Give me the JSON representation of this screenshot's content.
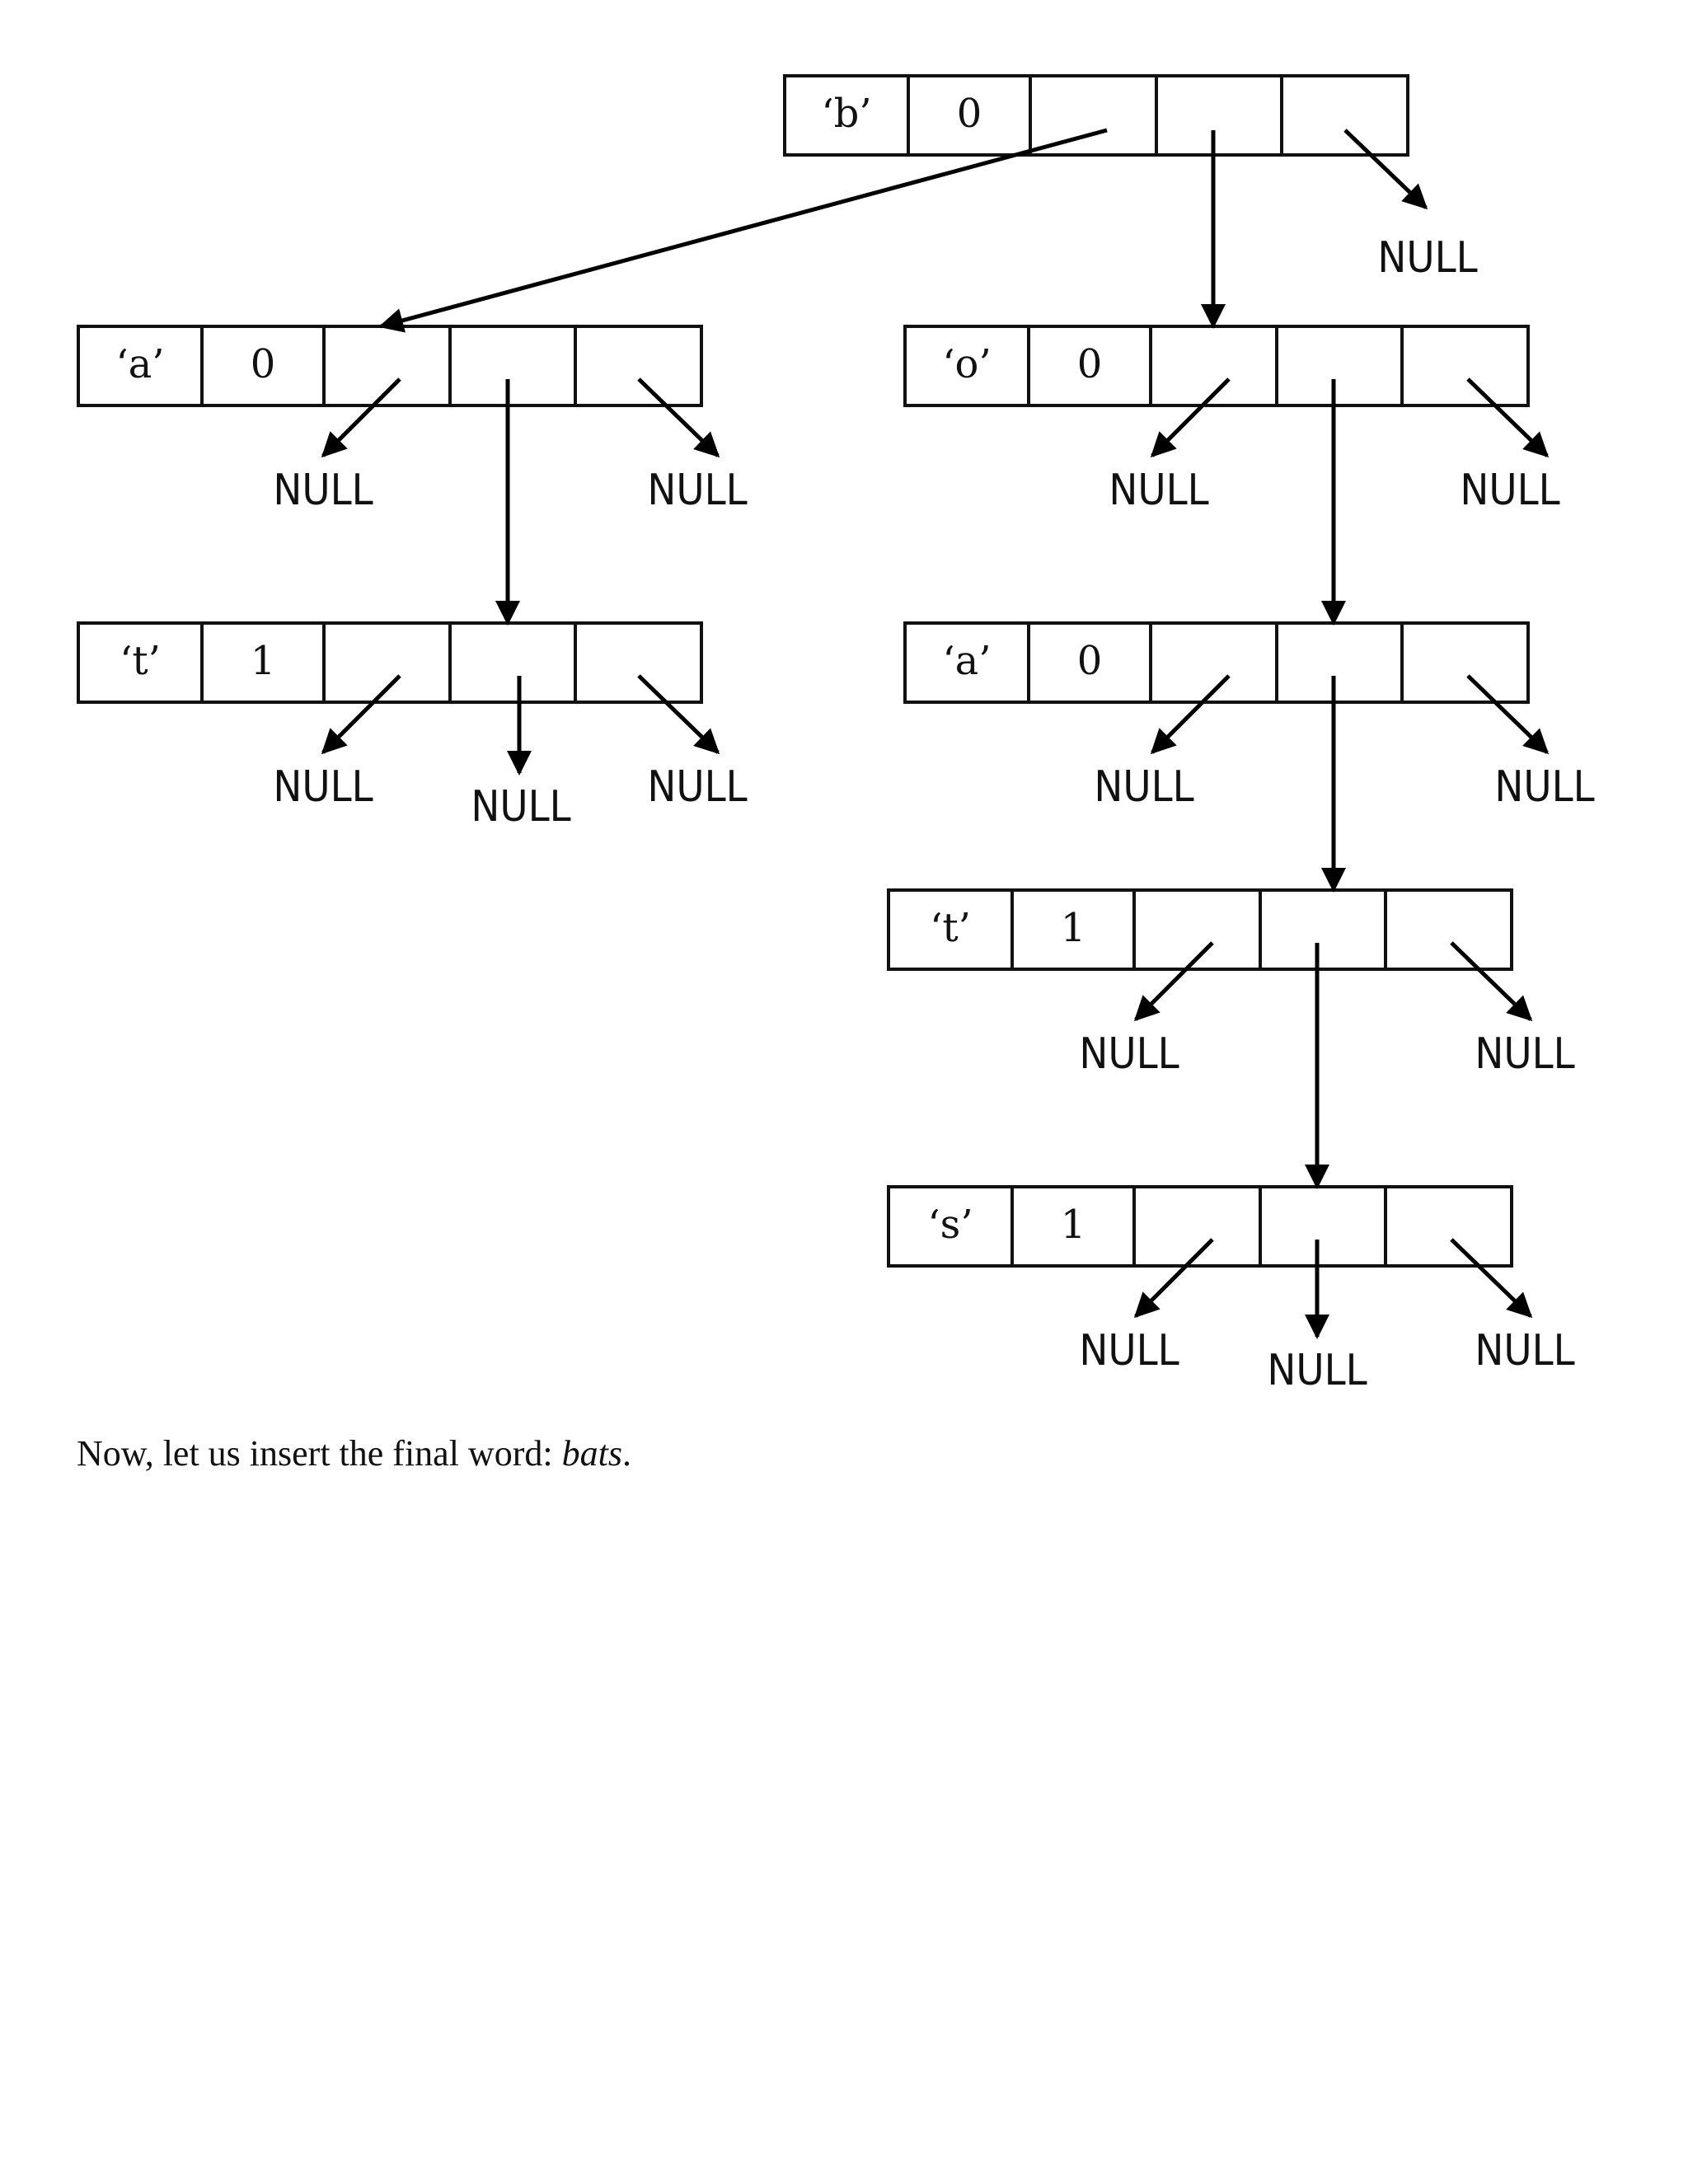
{
  "diagram": {
    "nodes": [
      {
        "id": "b_root",
        "char": "‘b’",
        "count": "0"
      },
      {
        "id": "a_left",
        "char": "‘a’",
        "count": "0"
      },
      {
        "id": "t_left",
        "char": "‘t’",
        "count": "1"
      },
      {
        "id": "o_right",
        "char": "‘o’",
        "count": "0"
      },
      {
        "id": "a_right",
        "char": "‘a’",
        "count": "0"
      },
      {
        "id": "t_right",
        "char": "‘t’",
        "count": "1"
      },
      {
        "id": "s_right",
        "char": "‘s’",
        "count": "1"
      }
    ],
    "null_label": "NULL"
  },
  "caption": {
    "prefix": "Now, let us insert the final word: ",
    "word": "bats",
    "suffix": "."
  }
}
